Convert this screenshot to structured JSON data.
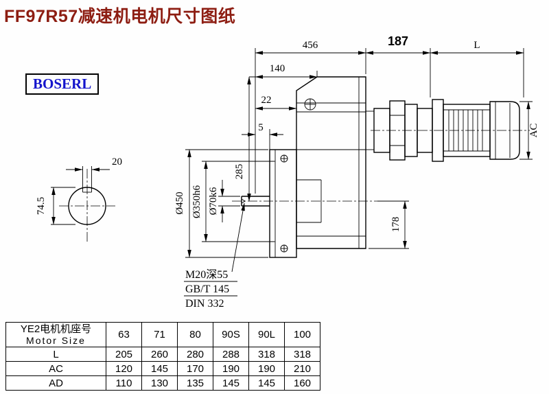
{
  "title": "FF97R57减速机电机尺寸图纸",
  "logo": "BOSERL",
  "colors": {
    "title_color": "#8d1d12",
    "logo_color": "#1414cc"
  },
  "drawing": {
    "dims": {
      "overall_456": "456",
      "motor_flange_187": "187",
      "motor_length_L": "L",
      "flange_depth_140": "140",
      "flange_thickness_22": "22",
      "spigot_5": "5",
      "height_285": "285",
      "motor_dia_AC": "AC",
      "flange_dia": "Ø450",
      "spigot_dia": "Ø350h6",
      "shaft_dia": "Ø70k6",
      "bottom_178": "178",
      "key_width_20": "20",
      "shaft_745": "74.5"
    },
    "notes": {
      "tap": "M20深55",
      "std1": "GB/T 145",
      "std2": "DIN 332"
    }
  },
  "table": {
    "header_cn": "YE2电机机座号",
    "header_en": "Motor Size",
    "sizes": [
      "63",
      "71",
      "80",
      "90S",
      "90L",
      "100"
    ],
    "rows": [
      {
        "label": "L",
        "values": [
          "205",
          "260",
          "280",
          "288",
          "318",
          "318"
        ]
      },
      {
        "label": "AC",
        "values": [
          "120",
          "145",
          "170",
          "190",
          "190",
          "210"
        ]
      },
      {
        "label": "AD",
        "values": [
          "110",
          "130",
          "135",
          "145",
          "145",
          "160"
        ]
      }
    ]
  }
}
